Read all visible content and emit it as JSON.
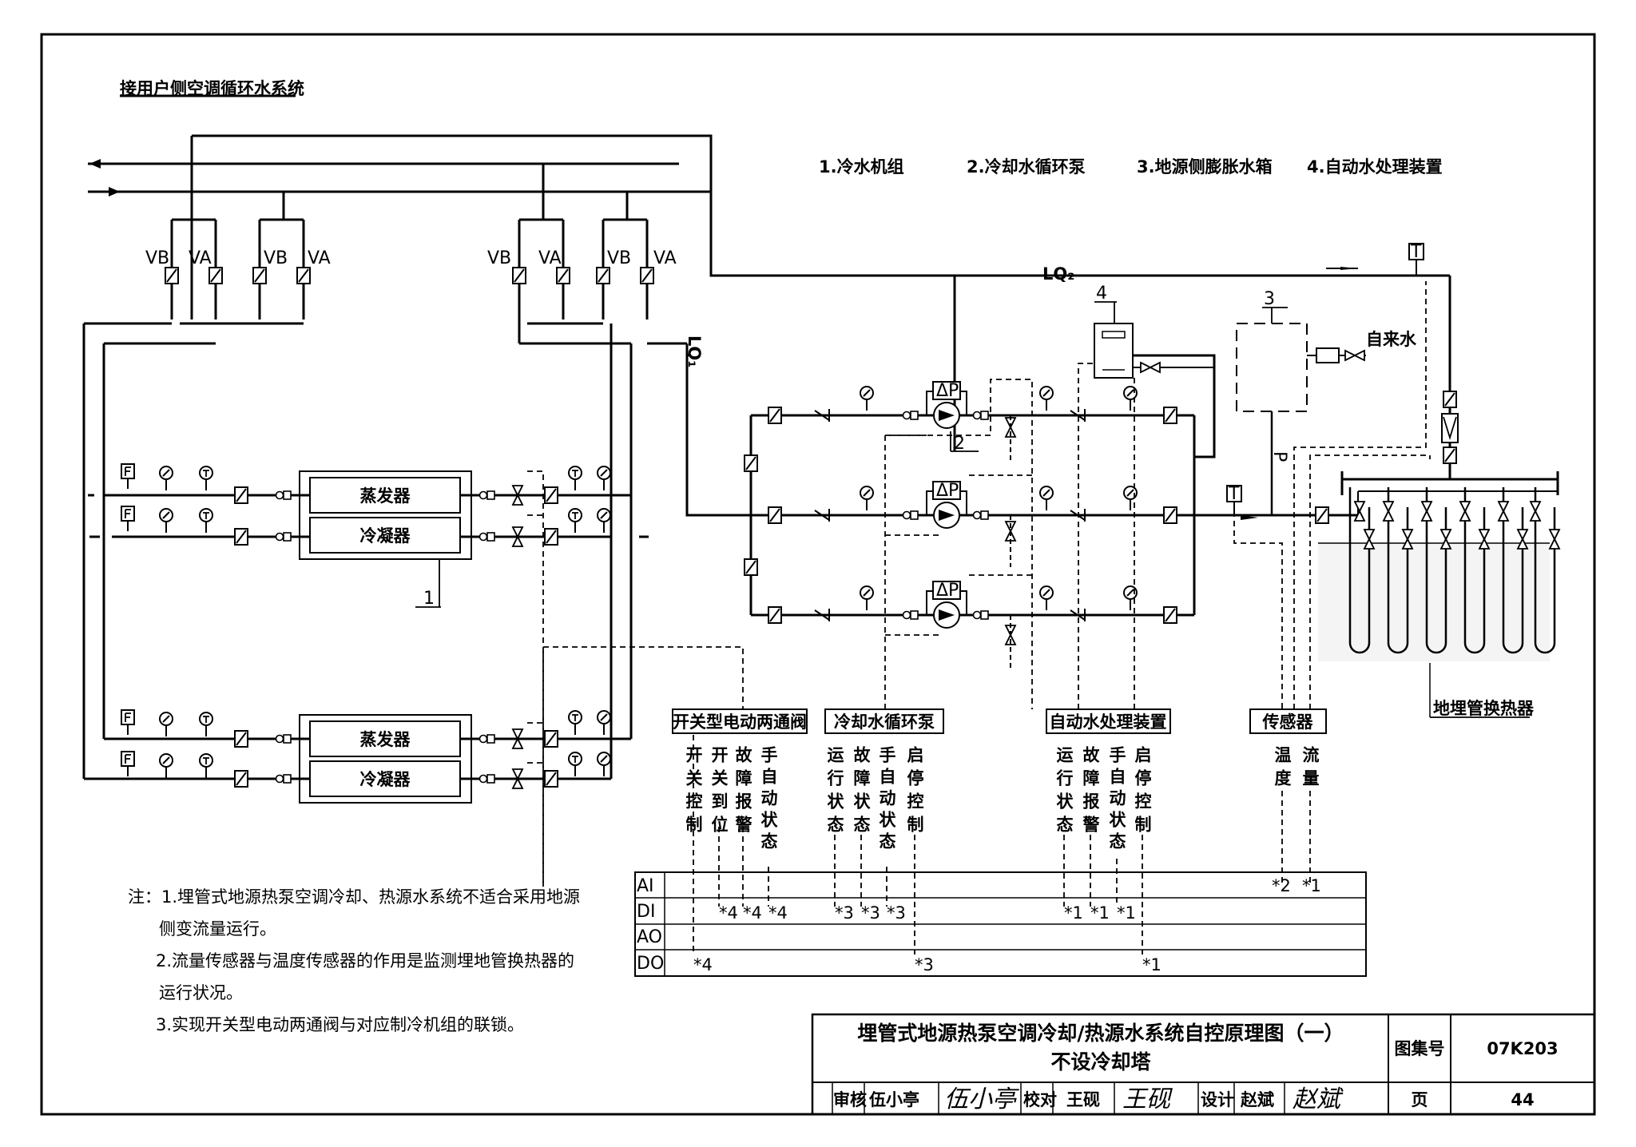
{
  "legend": [
    "1.冷水机组",
    "2.冷却水循环泵",
    "3.地源侧膨胀水箱",
    "4.自动水处理装置"
  ],
  "labels": {
    "user_loop": "接用户侧空调循环水系统",
    "lq1": "LQ₁",
    "lq2": "LQ₂",
    "tap_water": "自来水",
    "ground_hx": "地埋管换热器",
    "evaporator": "蒸发器",
    "condenser": "冷凝器",
    "va": "VA",
    "vb": "VB",
    "gauge_f": "F",
    "gauge_t": "T",
    "dp": "ΔP",
    "p": "P",
    "num1": "1",
    "num2": "2",
    "num3": "3",
    "num4": "4"
  },
  "control_groups": [
    {
      "title": "开关型电动两通阀",
      "signals": [
        "开关控制",
        "开关到位",
        "故障报警",
        "手自动状态"
      ]
    },
    {
      "title": "冷却水循环泵",
      "signals": [
        "运行状态",
        "故障状态",
        "手自动状态",
        "启停控制"
      ]
    },
    {
      "title": "自动水处理装置",
      "signals": [
        "运行状态",
        "故障报警",
        "手自动状态",
        "启停控制"
      ]
    },
    {
      "title": "传感器",
      "signals": [
        "温度",
        "流量"
      ]
    }
  ],
  "io_table": {
    "rows": [
      "AI",
      "DI",
      "AO",
      "DO"
    ],
    "marks": {
      "ai": [
        "*2",
        "*1"
      ],
      "di": [
        "*4",
        "*4",
        "*4",
        "*3",
        "*3",
        "*3",
        "*1",
        "*1",
        "*1"
      ],
      "do": [
        "*4",
        "*3",
        "*1"
      ]
    }
  },
  "notes": [
    "注：1.埋管式地源热泵空调冷却、热源水系统不适合采用地源",
    "侧变流量运行。",
    "2.流量传感器与温度传感器的作用是监测埋地管换热器的",
    "运行状况。",
    "3.实现开关型电动两通阀与对应制冷机组的联锁。"
  ],
  "title_block": {
    "title_line1": "埋管式地源热泵空调冷却/热源水系统自控原理图（一）",
    "title_line2": "不设冷却塔",
    "atlas_label": "图集号",
    "atlas_no": "07K203",
    "page_label": "页",
    "page_no": "44",
    "review_label": "审核",
    "reviewer": "伍小亭",
    "check_label": "校对",
    "checker": "王砚",
    "design_label": "设计",
    "designer": "赵斌",
    "sig_review": "伍小亭",
    "sig_check": "王砚",
    "sig_design": "赵斌"
  }
}
